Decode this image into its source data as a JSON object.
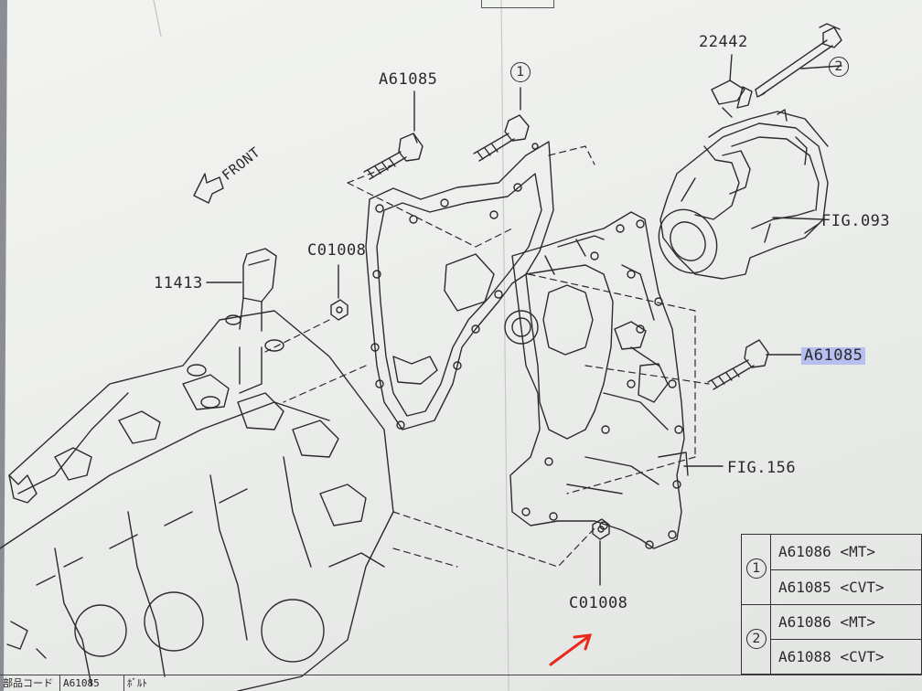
{
  "labels": {
    "front": "FRONT",
    "p_22442": "22442",
    "p_a61085_top": "A61085",
    "circle_1": "1",
    "circle_2": "2",
    "fig093": "FIG.093",
    "c01008_left": "C01008",
    "p_11413": "11413",
    "a61085_right": "A61085",
    "fig156": "FIG.156",
    "c01008_bottom": "C01008"
  },
  "legend": {
    "rows": [
      {
        "num": "1",
        "parts": [
          "A61086 <MT>",
          "A61085 <CVT>"
        ]
      },
      {
        "num": "2",
        "parts": [
          "A61086 <MT>",
          "A61088 <CVT>"
        ]
      }
    ]
  },
  "footer": {
    "code_label": "部品コード",
    "code_value": "A61085",
    "name_label": "ﾎﾞﾙﾄ"
  },
  "top_tab": {
    "text": ""
  },
  "colors": {
    "ink": "#2a2a2a",
    "highlight": "#b6bff0",
    "arrow": "#e8291c",
    "paper": "#eceeec"
  }
}
